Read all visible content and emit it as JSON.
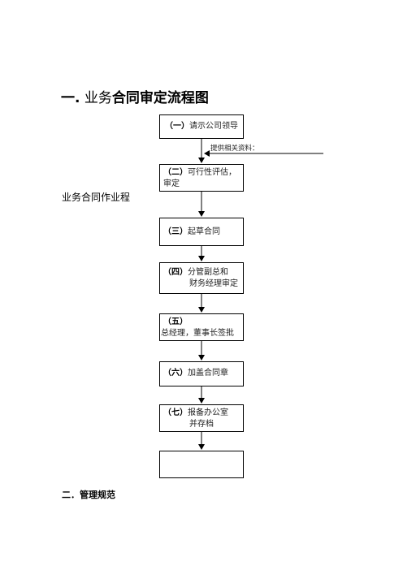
{
  "title": {
    "number": "一.",
    "prefix": "业务",
    "bold_text": "合同审定流程图"
  },
  "side_label": "业务合同作业程",
  "note": "提供相关资料：",
  "steps": [
    {
      "label": "（一）",
      "lines": [
        "请示公司领导"
      ]
    },
    {
      "label": "（二）",
      "lines": [
        "可行性评估，",
        "审定"
      ]
    },
    {
      "label": "（三）",
      "lines": [
        "起草合同"
      ]
    },
    {
      "label": "（四）",
      "lines": [
        "分管副总和",
        "财务经理审定"
      ]
    },
    {
      "label": "（五）",
      "lines": [
        "总经理，董事长签批"
      ]
    },
    {
      "label": "（六）",
      "lines": [
        "加盖合同章"
      ]
    },
    {
      "label": "（七）",
      "lines": [
        "报备办公室",
        "并存档"
      ]
    }
  ],
  "footer_title": "二．管理规范"
}
